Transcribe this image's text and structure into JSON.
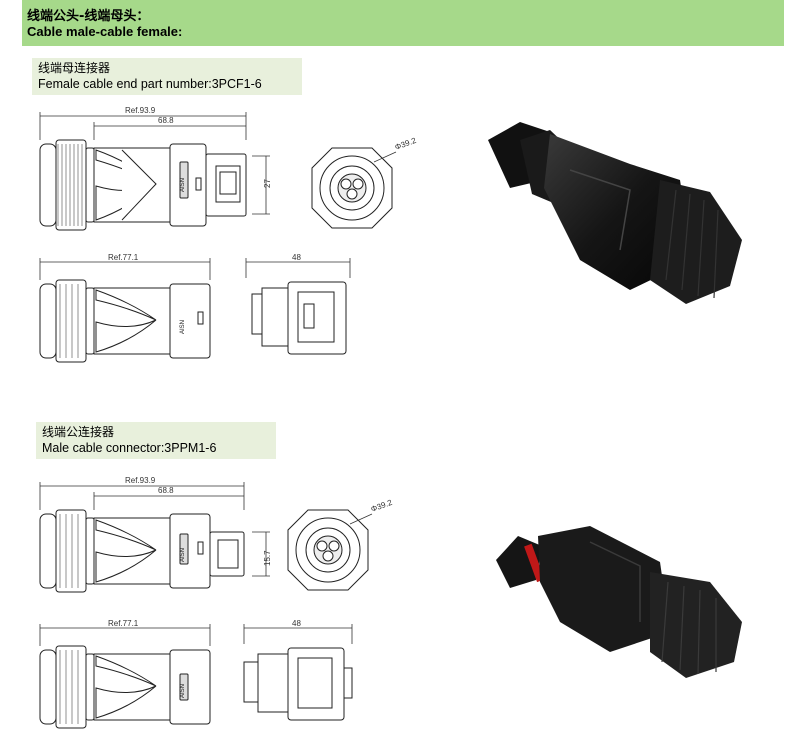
{
  "header": {
    "title_cn": "线端公头-线端母头：",
    "title_en": "Cable male-cable female:"
  },
  "female": {
    "name_cn": "线端母连接器",
    "name_en": "Female cable end part number:3PCF1-6",
    "dims": {
      "ref_total": "Ref.93.9",
      "body": "68.8",
      "height": "27",
      "diameter": "Φ39.2",
      "ref_short": "Ref.77.1",
      "width": "48"
    }
  },
  "male": {
    "name_cn": "线端公连接器",
    "name_en": "Male cable connector:3PPM1-6",
    "dims": {
      "ref_total": "Ref.93.9",
      "body": "68.8",
      "height": "15.7",
      "diameter": "Φ39.2",
      "ref_short": "Ref.77.1",
      "width": "48"
    }
  },
  "brand_mark": "AISN"
}
